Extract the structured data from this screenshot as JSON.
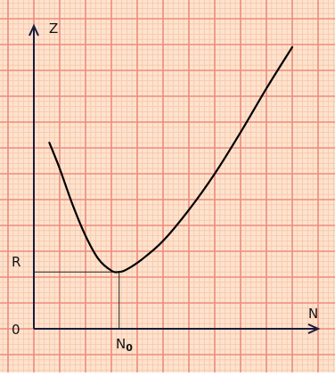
{
  "chart_data": {
    "type": "line",
    "labels": {
      "y_axis": "Z",
      "x_axis": "N",
      "origin": "0",
      "min_y_tick": "R",
      "min_x_tick": "N",
      "min_x_tick_subscript": "0"
    },
    "x_range": [
      0,
      10
    ],
    "y_range": [
      0,
      10
    ],
    "minimum": {
      "x": 3.3,
      "y": 2.2
    },
    "series": [
      {
        "x": [
          0.6,
          1.0,
          1.5,
          2.0,
          2.5,
          3.0,
          3.3,
          3.6,
          4.2,
          5.0,
          6.0,
          7.0,
          8.0,
          9.0,
          10.0
        ],
        "y": [
          7.2,
          6.2,
          4.8,
          3.6,
          2.7,
          2.25,
          2.2,
          2.3,
          2.7,
          3.4,
          4.6,
          6.0,
          7.6,
          9.3,
          10.9
        ]
      }
    ],
    "grid": true,
    "colors": {
      "background": "#fde3cf",
      "grid_minor": "#f7c6a6",
      "grid_major": "#ee8b7c",
      "axes": "#1a1a3a",
      "curve": "#000000"
    }
  }
}
